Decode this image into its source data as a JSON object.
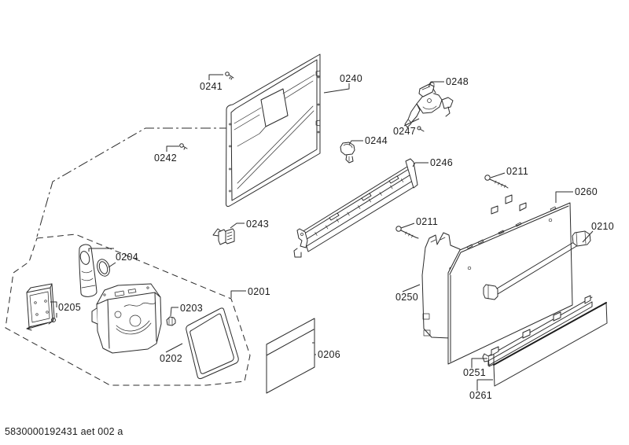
{
  "footer": {
    "doc_code": "5830000192431 aet 002 a"
  },
  "labels": {
    "l0201": "0201",
    "l0202": "0202",
    "l0203": "0203",
    "l0204": "0204",
    "l0205": "0205",
    "l0206": "0206",
    "l0210": "0210",
    "l0211a": "0211",
    "l0211b": "0211",
    "l0240": "0240",
    "l0241": "0241",
    "l0242": "0242",
    "l0243": "0243",
    "l0244": "0244",
    "l0246": "0246",
    "l0247": "0247",
    "l0248": "0248",
    "l0250": "0250",
    "l0251": "0251",
    "l0260": "0260",
    "l0261": "0261"
  },
  "colors": {
    "line": "#2b2b2b",
    "background": "#ffffff"
  }
}
